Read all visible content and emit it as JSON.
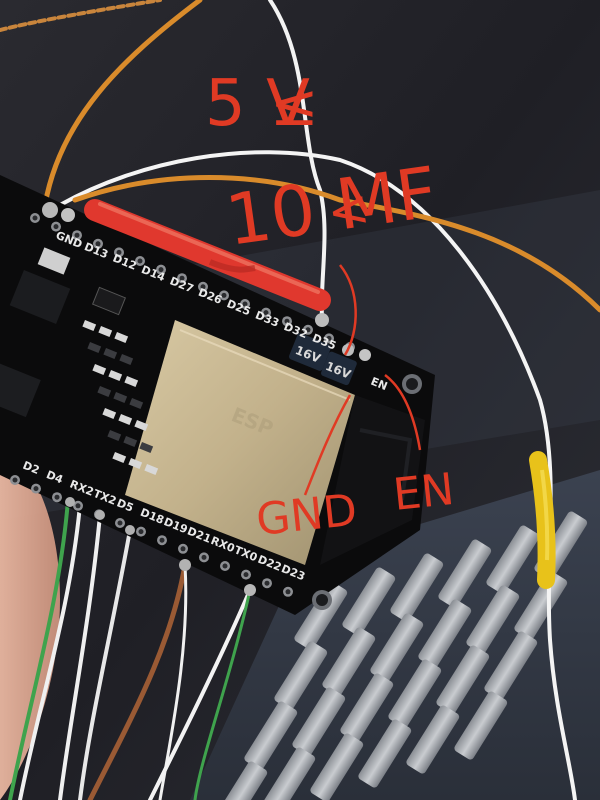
{
  "colors": {
    "annotation": "#e03a24",
    "pcb": "#0b0b0c",
    "shield": "#c9b892",
    "wire_orange": "#d98b2b",
    "wire_white": "#f2f2f2",
    "heatshrink_red": "#e0382e",
    "heatshrink_yellow": "#e8c21a"
  },
  "annotations": {
    "voltage": "5 V",
    "capacitance": "10 MF",
    "gnd": "GND",
    "en": "EN",
    "lt_sign_1": "≤",
    "lt_sign_2": "<"
  },
  "pin_labels_top": [
    "GND",
    "D13",
    "D12",
    "D14",
    "D27",
    "D26",
    "D25",
    "D33",
    "D32",
    "D35"
  ],
  "pin_labels_bottom": [
    "D2",
    "D4",
    "RX2",
    "TX2",
    "D5",
    "D18",
    "D19",
    "D21",
    "RX0",
    "TX0",
    "D22",
    "D23"
  ],
  "board_labels": {
    "en": "EN",
    "cap_marking_1": "16V",
    "cap_marking_2": "16V"
  }
}
